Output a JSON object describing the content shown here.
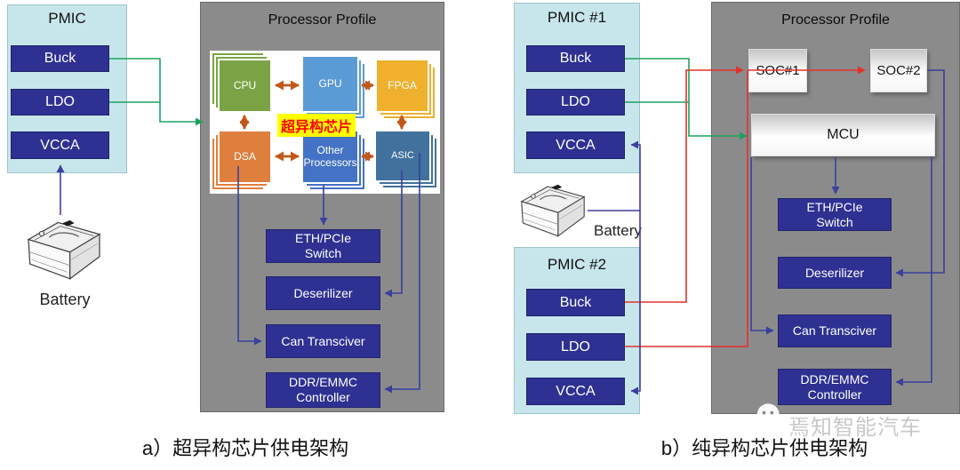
{
  "diagram_a": {
    "caption": "a）超异构芯片供电架构",
    "pmic": {
      "title": "PMIC",
      "modules": [
        "Buck",
        "LDO",
        "VCCA"
      ]
    },
    "battery_label": "Battery",
    "profile": {
      "title": "Processor Profile",
      "chips": [
        "CPU",
        "GPU",
        "FPGA",
        "DSA",
        "Other Processors",
        "ASIC"
      ],
      "center_label": "超异构芯片",
      "peripherals": [
        "ETH/PCIe Switch",
        "Deserilizer",
        "Can Transciver",
        "DDR/EMMC Controller"
      ]
    }
  },
  "diagram_b": {
    "caption": "b）纯异构芯片供电架构",
    "pmic1": {
      "title": "PMIC #1",
      "modules": [
        "Buck",
        "LDO",
        "VCCA"
      ]
    },
    "pmic2": {
      "title": "PMIC #2",
      "modules": [
        "Buck",
        "LDO",
        "VCCA"
      ]
    },
    "battery_label": "Battery",
    "profile": {
      "title": "Processor Profile",
      "soc1": "SOC#1",
      "soc2": "SOC#2",
      "mcu": "MCU",
      "peripherals": [
        "ETH/PCIe Switch",
        "Deserilizer",
        "Can Transciver",
        "DDR/EMMC Controller"
      ]
    }
  },
  "watermark": {
    "text": "焉知智能汽车"
  },
  "colors": {
    "power_green": "#1fa15e",
    "power_red": "#e4302a",
    "signal_blue": "#3b3f9d",
    "chip_arrow_orange": "#c1571a",
    "pmic_fill": "#c7e6ec",
    "module_blue": "#2e3192",
    "profile_gray": "#8b8b8b",
    "chip_cpu_green": "#7ba346",
    "chip_gpu_blue": "#5b9bd5",
    "chip_fpga_amber": "#eeb02d",
    "chip_dsa_orange": "#df7f3e",
    "chip_other_blue": "#4472c4",
    "chip_asic_steel": "#41719c",
    "highlight_yellow": "#ffff00",
    "highlight_red": "#fe0000"
  }
}
